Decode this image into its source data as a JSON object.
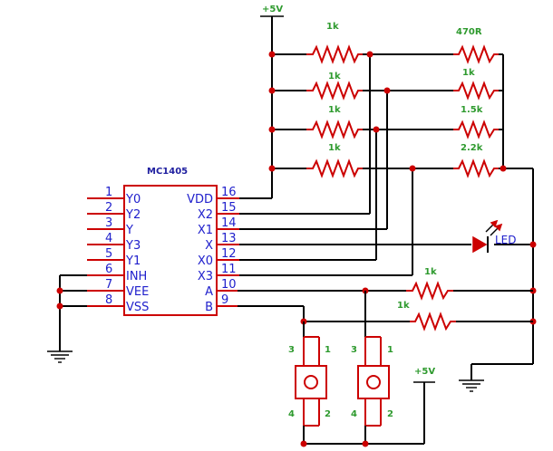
{
  "power": {
    "top_label": "+5V",
    "switch_label": "+5V"
  },
  "chip": {
    "name": "MC1405",
    "left_pins": [
      {
        "num": "1",
        "name": "Y0"
      },
      {
        "num": "2",
        "name": "Y2"
      },
      {
        "num": "3",
        "name": "Y"
      },
      {
        "num": "4",
        "name": "Y3"
      },
      {
        "num": "5",
        "name": "Y1"
      },
      {
        "num": "6",
        "name": "INH"
      },
      {
        "num": "7",
        "name": "VEE"
      },
      {
        "num": "8",
        "name": "VSS"
      }
    ],
    "right_pins": [
      {
        "num": "16",
        "name": "VDD"
      },
      {
        "num": "15",
        "name": "X2"
      },
      {
        "num": "14",
        "name": "X1"
      },
      {
        "num": "13",
        "name": "X"
      },
      {
        "num": "12",
        "name": "X0"
      },
      {
        "num": "11",
        "name": "X3"
      },
      {
        "num": "10",
        "name": "A"
      },
      {
        "num": "9",
        "name": "B"
      }
    ]
  },
  "resistors": {
    "left_col": [
      "1k",
      "1k",
      "1k",
      "1k"
    ],
    "right_col": [
      "470R",
      "1k",
      "1.5k",
      "2.2k"
    ],
    "pulldowns": [
      "1k",
      "1k"
    ]
  },
  "led": {
    "label": "LED"
  },
  "switches": {
    "left": {
      "pins": [
        "3",
        "1",
        "4",
        "2"
      ]
    },
    "right": {
      "pins": [
        "3",
        "1",
        "4",
        "2"
      ]
    }
  }
}
